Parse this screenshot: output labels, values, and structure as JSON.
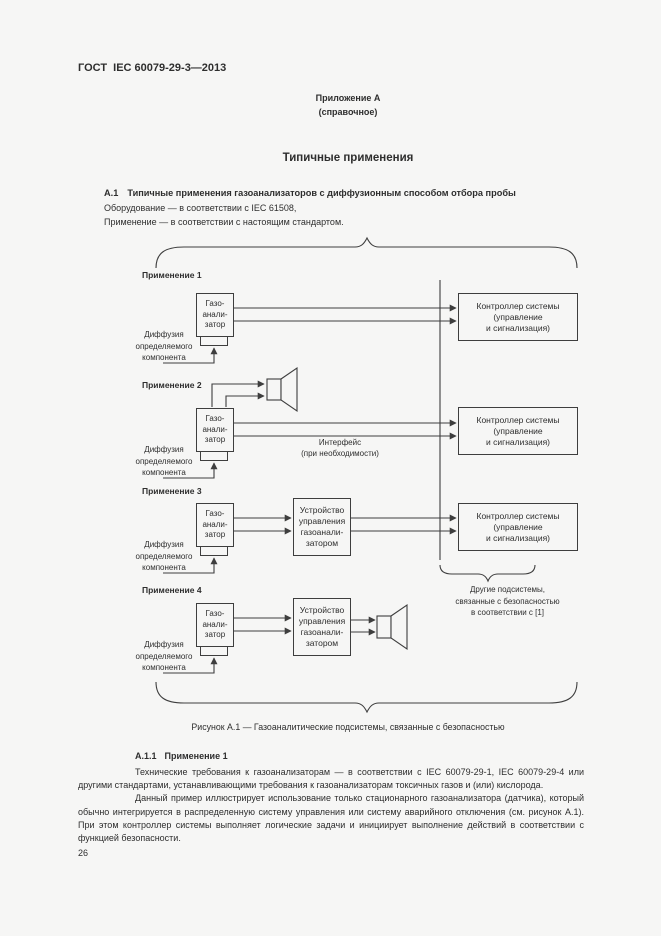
{
  "colors": {
    "background": "#f6f6f5",
    "text": "#2e2e2e",
    "line": "#3e3e3e"
  },
  "page": {
    "header": "ГОСТ  IEC 60079-29-3—2013",
    "page_number": "26"
  },
  "appendix": {
    "title": "Приложение А",
    "note": "(справочное)"
  },
  "main_title": "Типичные применения",
  "section_a1": {
    "num": "А.1",
    "title": "Типичные применения газоанализаторов с диффузионным способом отбора пробы",
    "equipment_line": "Оборудование — в соответствии с IEC 61508,",
    "application_line": "Применение — в соответствии с настоящим стандартом."
  },
  "diagram": {
    "applications": [
      {
        "label": "Применение 1"
      },
      {
        "label": "Применение 2"
      },
      {
        "label": "Применение 3"
      },
      {
        "label": "Применение 4"
      }
    ],
    "gas_analyzer_lines": [
      "Газо-",
      "анали-",
      "затор"
    ],
    "diffusion_lines": [
      "Диффузия",
      "определяемого",
      "компонента"
    ],
    "controller_lines": [
      "Контроллер системы",
      "(управление",
      "и сигнализация)"
    ],
    "device_lines": [
      "Устройство",
      "управления",
      "газоанали-",
      "затором"
    ],
    "interface_lines": [
      "Интерфейс",
      "(при необходимости)"
    ],
    "subsystems_lines": [
      "Другие подсистемы,",
      "связанные с безопасностью",
      "в соответствии с [1]"
    ]
  },
  "figure": {
    "caption": "Рисунок А.1 — Газоаналитические подсистемы, связанные с безопасностью"
  },
  "section_a11": {
    "num": "А.1.1",
    "title": "Применение 1",
    "para1": "Технические требования к газоанализаторам — в соответствии с IEC 60079-29-1, IEC 60079-29-4 или другими стандартами, устанавливающими требования к газоанализаторам токсичных газов и (или) кислорода.",
    "para2": "Данный пример иллюстрирует использование только стационарного газоанализатора (датчика), который обычно интегрируется в распределенную систему управления или систему аварийного отключения (см. рисунок А.1). При этом контроллер системы выполняет логические задачи и инициирует выполнение действий в соответствии с функцией безопасности."
  }
}
